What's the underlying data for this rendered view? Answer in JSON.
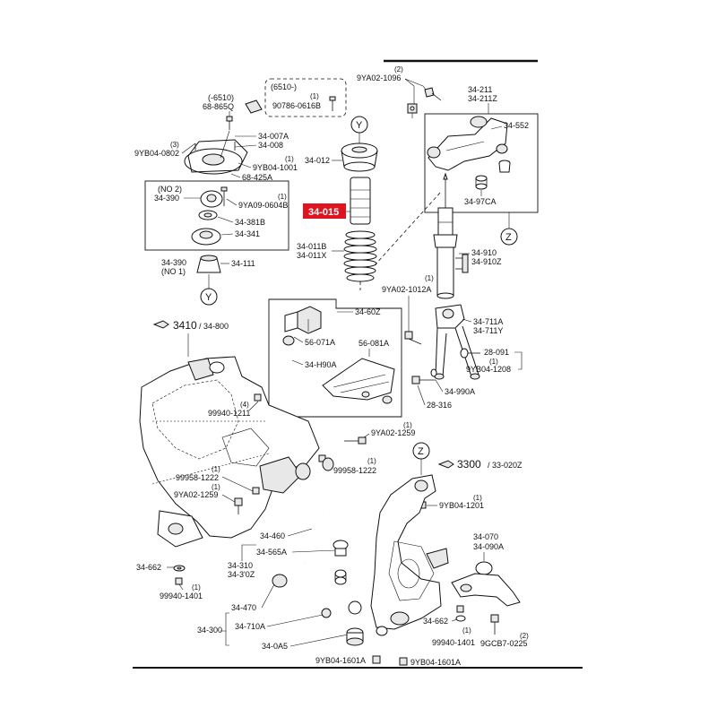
{
  "highlight": {
    "label": "34-015",
    "color": "#e0141e"
  },
  "colors": {
    "ink": "#111111",
    "background": "#ffffff"
  },
  "circle_refs": {
    "y_top": "Y",
    "y_bottom": "Y",
    "z_top": "Z",
    "z_bottom": "Z"
  },
  "refs": {
    "r3410": "3410",
    "r3410b": "/ 34-800",
    "r3300": "3300",
    "r3300b": "/ 33-020Z"
  },
  "labels": {
    "l6510a": "(-6510)",
    "l68865q": "68-865Q",
    "l6510b": "(6510-)",
    "q1a": "(1)",
    "l90786": "90786-0616B",
    "l34007a": "34-007A",
    "l34008": "34-008",
    "q3": "(3)",
    "l9yb0802": "9YB04-0802",
    "q1b": "(1)",
    "l9yb1001": "9YB04-1001",
    "l68425a": "68-425A",
    "no2": "(NO 2)",
    "l34390a": "34-390",
    "q1c": "(1)",
    "l9ya0604b": "9YA09-0604B",
    "l34381b": "34-381B",
    "l34341": "34-341",
    "l34390b": "34-390",
    "no1": "(NO 1)",
    "l34111": "34-111",
    "l34012": "34-012",
    "l34011b": "34-011B",
    "l34011x": "34-011X",
    "q2": "(2)",
    "l9ya1096": "9YA02-1096",
    "l34211": "34-211",
    "l34211z": "34-211Z",
    "l34552": "34-552",
    "l3497ca": "34-97CA",
    "l34910": "34-910",
    "l34910z": "34-910Z",
    "q1d": "(1)",
    "l9ya1012a": "9YA02-1012A",
    "l3460z": "34-60Z",
    "l56071a": "56-071A",
    "l56081a": "56-081A",
    "l34h90a": "34-H90A",
    "l34711a": "34-711A",
    "l34711y": "34-711Y",
    "l28091": "28-091",
    "q1e": "(1)",
    "l9yb1208": "9YB04-1208",
    "l34990a": "34-990A",
    "l28316": "28-316",
    "q4": "(4)",
    "l99940a": "99940-1211",
    "q1f": "(1)",
    "l9ya1259a": "9YA02-1259",
    "q1g": "(1)",
    "l99958a": "99958-1222",
    "q1h": "(1)",
    "l99958b": "99958-1222",
    "q1i": "(1)",
    "l9ya1259b": "9YA02-1259",
    "q1j": "(1)",
    "l9yb1201": "9YB04-1201",
    "l34460": "34-460",
    "l34565a": "34-565A",
    "l34310": "34-310",
    "l34310z": "34-3'0Z",
    "l34662a": "34-662",
    "q1k": "(1)",
    "l99940b": "99940-1401",
    "l34070": "34-070",
    "l34090a": "34-090A",
    "l34470": "34-470",
    "l34710a": "34-710A",
    "l34300": "34-300",
    "l340a5": "34-0A5",
    "l34662b": "34-662",
    "q1l": "(1)",
    "l99940c": "99940-1401",
    "q2b": "(2)",
    "l9gcb": "9GCB7-0225",
    "l9yb1601a": "9YB04-1601A",
    "l9yb1601b": "9YB04-1601A"
  }
}
